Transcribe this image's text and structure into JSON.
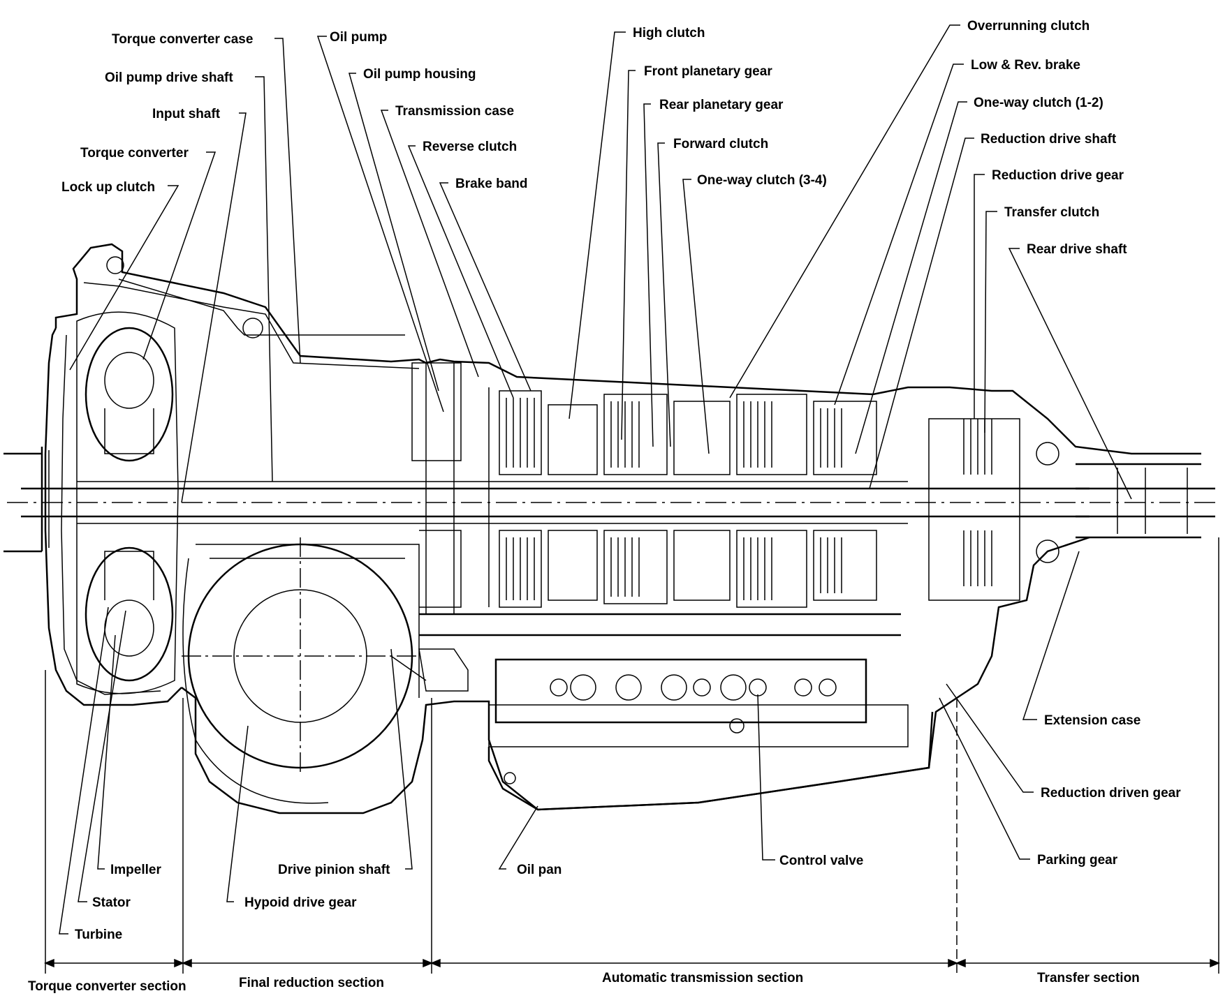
{
  "callouts_left": {
    "torque_converter_case": "Torque converter case",
    "oil_pump_drive_shaft": "Oil pump drive shaft",
    "input_shaft": "Input shaft",
    "torque_converter": "Torque converter",
    "lock_up_clutch": "Lock up clutch"
  },
  "callouts_top": {
    "oil_pump": "Oil pump",
    "oil_pump_housing": "Oil pump housing",
    "transmission_case": "Transmission case",
    "reverse_clutch": "Reverse clutch",
    "brake_band": "Brake band",
    "high_clutch": "High clutch",
    "front_planetary_gear": "Front planetary gear",
    "rear_planetary_gear": "Rear planetary gear",
    "forward_clutch": "Forward clutch",
    "one_way_clutch_3_4": "One-way clutch (3-4)"
  },
  "callouts_right": {
    "overrunning_clutch": "Overrunning clutch",
    "low_rev_brake": "Low & Rev. brake",
    "one_way_clutch_1_2": "One-way clutch (1-2)",
    "reduction_drive_shaft": "Reduction drive shaft",
    "reduction_drive_gear": "Reduction drive gear",
    "transfer_clutch": "Transfer clutch",
    "rear_drive_shaft": "Rear drive shaft",
    "extension_case": "Extension case",
    "reduction_driven_gear": "Reduction driven gear",
    "parking_gear": "Parking gear"
  },
  "callouts_bottom": {
    "impeller": "Impeller",
    "stator": "Stator",
    "turbine": "Turbine",
    "drive_pinion_shaft": "Drive pinion shaft",
    "hypoid_drive_gear": "Hypoid drive gear",
    "oil_pan": "Oil pan",
    "control_valve": "Control valve"
  },
  "sections": {
    "torque_converter": "Torque converter section",
    "final_reduction": "Final reduction section",
    "automatic_transmission": "Automatic transmission section",
    "transfer": "Transfer section"
  }
}
